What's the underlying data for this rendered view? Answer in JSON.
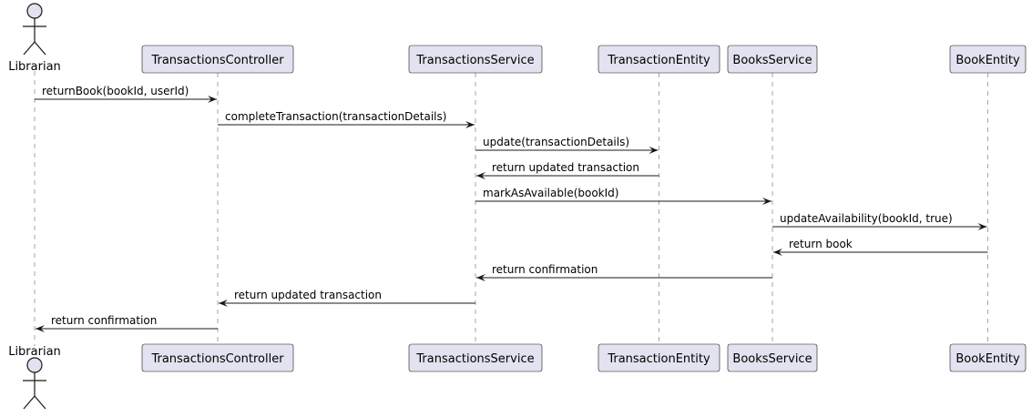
{
  "participants": [
    {
      "id": "librarian",
      "label": "Librarian",
      "kind": "actor"
    },
    {
      "id": "tc",
      "label": "TransactionsController",
      "kind": "participant"
    },
    {
      "id": "ts",
      "label": "TransactionsService",
      "kind": "participant"
    },
    {
      "id": "te",
      "label": "TransactionEntity",
      "kind": "participant"
    },
    {
      "id": "bs",
      "label": "BooksService",
      "kind": "participant"
    },
    {
      "id": "be",
      "label": "BookEntity",
      "kind": "participant"
    }
  ],
  "messages": [
    {
      "from": "librarian",
      "to": "tc",
      "label": "returnBook(bookId, userId)"
    },
    {
      "from": "tc",
      "to": "ts",
      "label": "completeTransaction(transactionDetails)"
    },
    {
      "from": "ts",
      "to": "te",
      "label": "update(transactionDetails)"
    },
    {
      "from": "te",
      "to": "ts",
      "label": "return updated transaction"
    },
    {
      "from": "ts",
      "to": "bs",
      "label": "markAsAvailable(bookId)"
    },
    {
      "from": "bs",
      "to": "be",
      "label": "updateAvailability(bookId, true)"
    },
    {
      "from": "be",
      "to": "bs",
      "label": "return book"
    },
    {
      "from": "bs",
      "to": "ts",
      "label": "return confirmation"
    },
    {
      "from": "ts",
      "to": "tc",
      "label": "return updated transaction"
    },
    {
      "from": "tc",
      "to": "librarian",
      "label": "return confirmation"
    }
  ],
  "colors": {
    "participant_fill": "#e2e2f0",
    "border": "#181818",
    "lifeline": "#a6a6a6",
    "text": "#000000"
  }
}
